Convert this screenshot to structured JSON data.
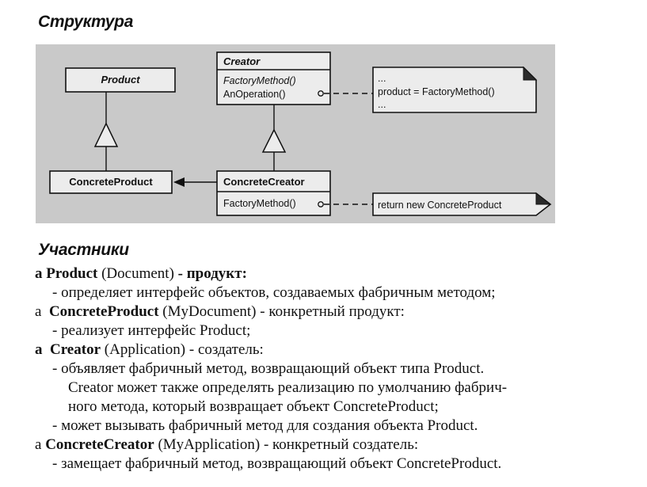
{
  "headings": {
    "structure": "Структура",
    "participants": "Участники"
  },
  "diagram": {
    "product": "Product",
    "creator": {
      "name": "Creator",
      "ops": [
        "FactoryMethod()",
        "AnOperation()"
      ]
    },
    "concrete_product": "ConcreteProduct",
    "concrete_creator": {
      "name": "ConcreteCreator",
      "ops": [
        "FactoryMethod()"
      ]
    },
    "note1": [
      "...",
      "product = FactoryMethod()",
      "..."
    ],
    "note2": "return new ConcreteProduct"
  },
  "participants": [
    {
      "marker": "a",
      "name": "Product",
      "alias": "(Document)",
      "role": "- продукт:",
      "items": [
        [
          "- определяет интерфейс объектов, создаваемых фабричным методом;"
        ]
      ]
    },
    {
      "marker": "a",
      "name": "ConcreteProduct",
      "alias": "(MyDocument)",
      "role": "- конкретный продукт:",
      "items": [
        [
          "- реализует интерфейс Product;"
        ]
      ]
    },
    {
      "marker": "a",
      "name": "Creator",
      "alias": "(Application)",
      "role": "- создатель:",
      "items": [
        [
          "- объявляет фабричный метод, возвращающий объект типа Product.",
          "Creator может также определять реализацию по умолчанию фабрич-",
          "ного метода, который возвращает объект ConcreteProduct;"
        ],
        [
          "- может вызывать фабричный метод для создания объекта Product."
        ]
      ]
    },
    {
      "marker": "a",
      "name": "ConcreteCreator",
      "alias": "(MyApplication)",
      "role": "- конкретный создатель:",
      "items": [
        [
          "- замещает фабричный метод, возвращающий объект ConcreteProduct."
        ]
      ]
    }
  ]
}
